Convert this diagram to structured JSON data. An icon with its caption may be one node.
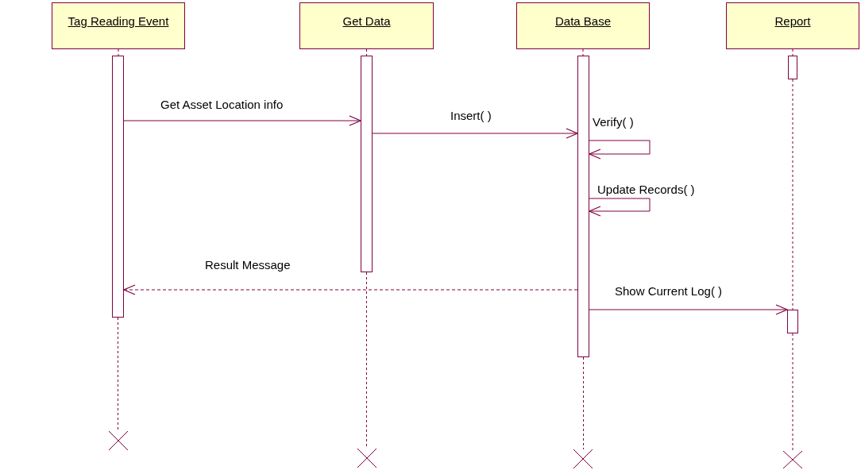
{
  "diagram": {
    "nodes": [
      {
        "text": [
          "Tag Reading Event"
        ]
      },
      {
        "text": [
          "Get Data"
        ]
      },
      {
        "text": [
          "Data Base"
        ]
      },
      {
        "text": [
          "Report"
        ]
      },
      {
        "text": [],
        "shape": "bar"
      },
      {
        "text": [],
        "shape": "bar"
      },
      {
        "text": [],
        "shape": "bar"
      },
      {
        "text": [],
        "shape": "bar"
      },
      {
        "text": [],
        "shape": "bar"
      },
      {
        "text": [],
        "shape": "cross"
      },
      {
        "text": [],
        "shape": "cross"
      },
      {
        "text": [],
        "shape": "cross"
      },
      {
        "text": [],
        "shape": "cross"
      }
    ],
    "edges": [
      {
        "from": 4,
        "to": 5,
        "arrow": "to",
        "label": "Get Asset Location info"
      },
      {
        "from": 5,
        "to": 6,
        "arrow": "to",
        "label": "Insert( )"
      },
      {
        "from": 6,
        "to": 6,
        "arrow": "to",
        "label": "Verify( )"
      },
      {
        "from": 6,
        "to": 6,
        "arrow": "to",
        "label": "Update Records( )"
      },
      {
        "from": 6,
        "to": 4,
        "arrow": "to",
        "label": "Result Message",
        "style": "dashed"
      },
      {
        "from": 6,
        "to": 8,
        "arrow": "to",
        "label": "Show Current Log( )"
      },
      {
        "from": 0,
        "to": 4,
        "arrow": "none",
        "style": "dashed"
      },
      {
        "from": 4,
        "to": 9,
        "arrow": "none",
        "style": "dashed"
      },
      {
        "from": 1,
        "to": 5,
        "arrow": "none",
        "style": "dashed"
      },
      {
        "from": 5,
        "to": 10,
        "arrow": "none",
        "style": "dashed"
      },
      {
        "from": 2,
        "to": 6,
        "arrow": "none",
        "style": "dashed"
      },
      {
        "from": 6,
        "to": 11,
        "arrow": "none",
        "style": "dashed"
      },
      {
        "from": 3,
        "to": 7,
        "arrow": "none",
        "style": "dashed"
      },
      {
        "from": 7,
        "to": 8,
        "arrow": "none",
        "style": "dashed"
      },
      {
        "from": 8,
        "to": 12,
        "arrow": "none",
        "style": "dashed"
      }
    ]
  }
}
